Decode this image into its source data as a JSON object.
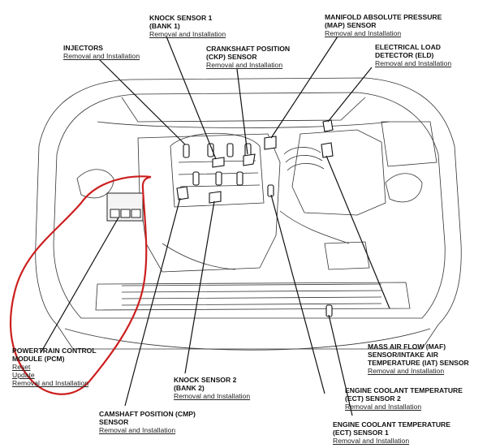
{
  "callouts": {
    "knock1": {
      "title": "KNOCK SENSOR 1\n(BANK 1)",
      "links": [
        "Removal and Installation"
      ]
    },
    "map": {
      "title": "MANIFOLD ABSOLUTE PRESSURE\n(MAP) SENSOR",
      "links": [
        "Removal and Installation"
      ]
    },
    "injectors": {
      "title": "INJECTORS",
      "links": [
        "Removal and Installation"
      ]
    },
    "ckp": {
      "title": "CRANKSHAFT POSITION\n(CKP) SENSOR",
      "links": [
        "Removal and Installation"
      ]
    },
    "eld": {
      "title": "ELECTRICAL LOAD\nDETECTOR (ELD)",
      "links": [
        "Removal and Installation"
      ]
    },
    "pcm": {
      "title": "POWERTRAIN CONTROL\nMODULE (PCM)",
      "links": [
        "Reset",
        "Update",
        "Removal and Installation"
      ]
    },
    "maf": {
      "title": "MASS AIR FLOW (MAF)\nSENSOR/INTAKE AIR\nTEMPERATURE (IAT) SENSOR",
      "links": [
        "Removal and Installation"
      ]
    },
    "knock2": {
      "title": "KNOCK SENSOR 2\n(BANK 2)",
      "links": [
        "Removal and Installation"
      ]
    },
    "ect2": {
      "title": "ENGINE COOLANT TEMPERATURE\n(ECT) SENSOR 2",
      "links": [
        "Removal and Installation"
      ]
    },
    "cmp": {
      "title": "CAMSHAFT POSITION (CMP)\nSENSOR",
      "links": [
        "Removal and Installation"
      ]
    },
    "ect1": {
      "title": "ENGINE COOLANT TEMPERATURE\n(ECT) SENSOR 1",
      "links": [
        "Removal and Installation"
      ]
    }
  },
  "colors": {
    "line": "#222222",
    "highlight": "#cc1f1f"
  }
}
